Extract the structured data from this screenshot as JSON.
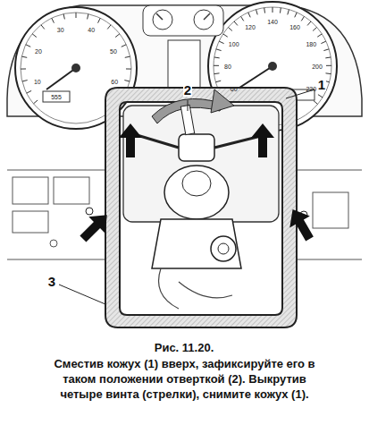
{
  "diagram": {
    "caption": "Сместив кожух (1) вверх, зафиксируйте его в таком положении отверткой (2). Выкрутив четыре винта (стрелки), снимите кожух (1).",
    "labels": [
      "1",
      "2",
      "3",
      "555",
      "10",
      "20",
      "30",
      "40",
      "50",
      "60",
      "60",
      "80",
      "100",
      "120",
      "140",
      "160",
      "180",
      "200",
      "220",
      "Рис. 11.20."
    ]
  }
}
